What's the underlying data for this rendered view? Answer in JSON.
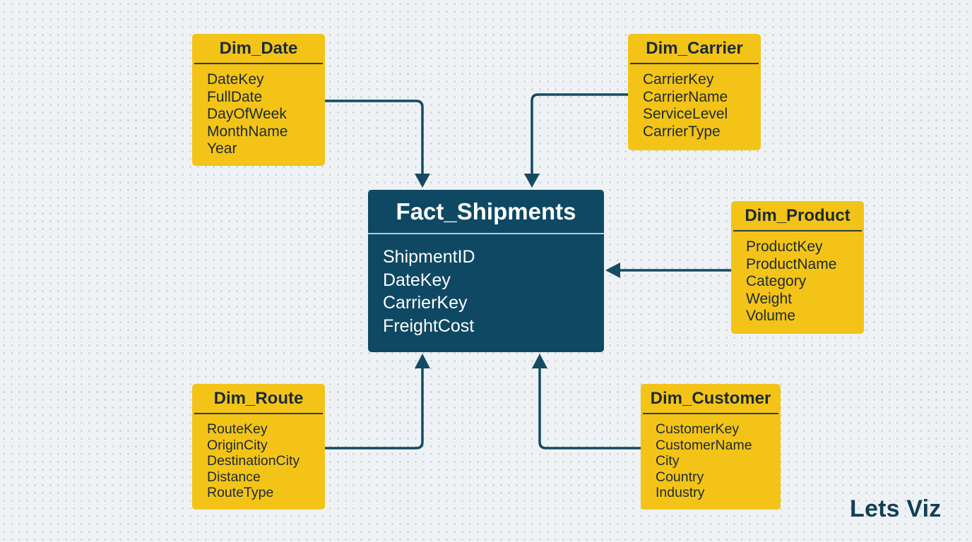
{
  "fact": {
    "name": "Fact_Shipments",
    "fields": [
      "ShipmentID",
      "DateKey",
      "CarrierKey",
      "FreightCost"
    ]
  },
  "dim_date": {
    "name": "Dim_Date",
    "fields": [
      "DateKey",
      "FullDate",
      "DayOfWeek",
      "MonthName",
      "Year"
    ]
  },
  "dim_carrier": {
    "name": "Dim_Carrier",
    "fields": [
      "CarrierKey",
      "CarrierName",
      "ServiceLevel",
      "CarrierType"
    ]
  },
  "dim_product": {
    "name": "Dim_Product",
    "fields": [
      "ProductKey",
      "ProductName",
      "Category",
      "Weight",
      "Volume"
    ]
  },
  "dim_route": {
    "name": "Dim_Route",
    "fields": [
      "RouteKey",
      "OriginCity",
      "DestinationCity",
      "Distance",
      "RouteType"
    ]
  },
  "dim_customer": {
    "name": "Dim_Customer",
    "fields": [
      "CustomerKey",
      "CustomerName",
      "City",
      "Country",
      "Industry"
    ]
  },
  "brand": "Lets Viz",
  "colors": {
    "dimension_fill": "#f3c417",
    "fact_fill": "#0f4863",
    "connector": "#154a63",
    "background": "#eef2f4"
  }
}
